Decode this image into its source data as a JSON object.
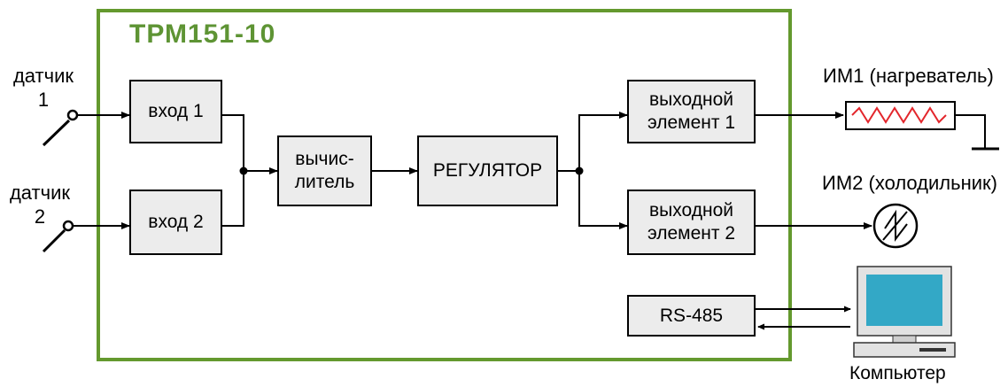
{
  "title": "ТРМ151-10",
  "blocks": {
    "input1": "вход 1",
    "input2": "вход 2",
    "calculator": "вычис-\nлитель",
    "regulator": "РЕГУЛЯТОР",
    "output1": "выходной\nэлемент 1",
    "output2": "выходной\nэлемент 2",
    "rs485": "RS-485"
  },
  "labels": {
    "sensor1": "датчик\n1",
    "sensor2": "датчик\n2",
    "actuator1": "ИМ1 (нагреватель)",
    "actuator2": "ИМ2 (холодильник)",
    "computer": "Компьютер"
  },
  "colors": {
    "frame": "#64992e",
    "title": "#5e9434",
    "block_fill": "#ececec",
    "heater": "#e3262c",
    "monitor_screen": "#33a8c6"
  },
  "icons": [
    "sensor-switch-icon",
    "heater-resistor-icon",
    "ground-icon",
    "fan-icon",
    "computer-icon"
  ]
}
